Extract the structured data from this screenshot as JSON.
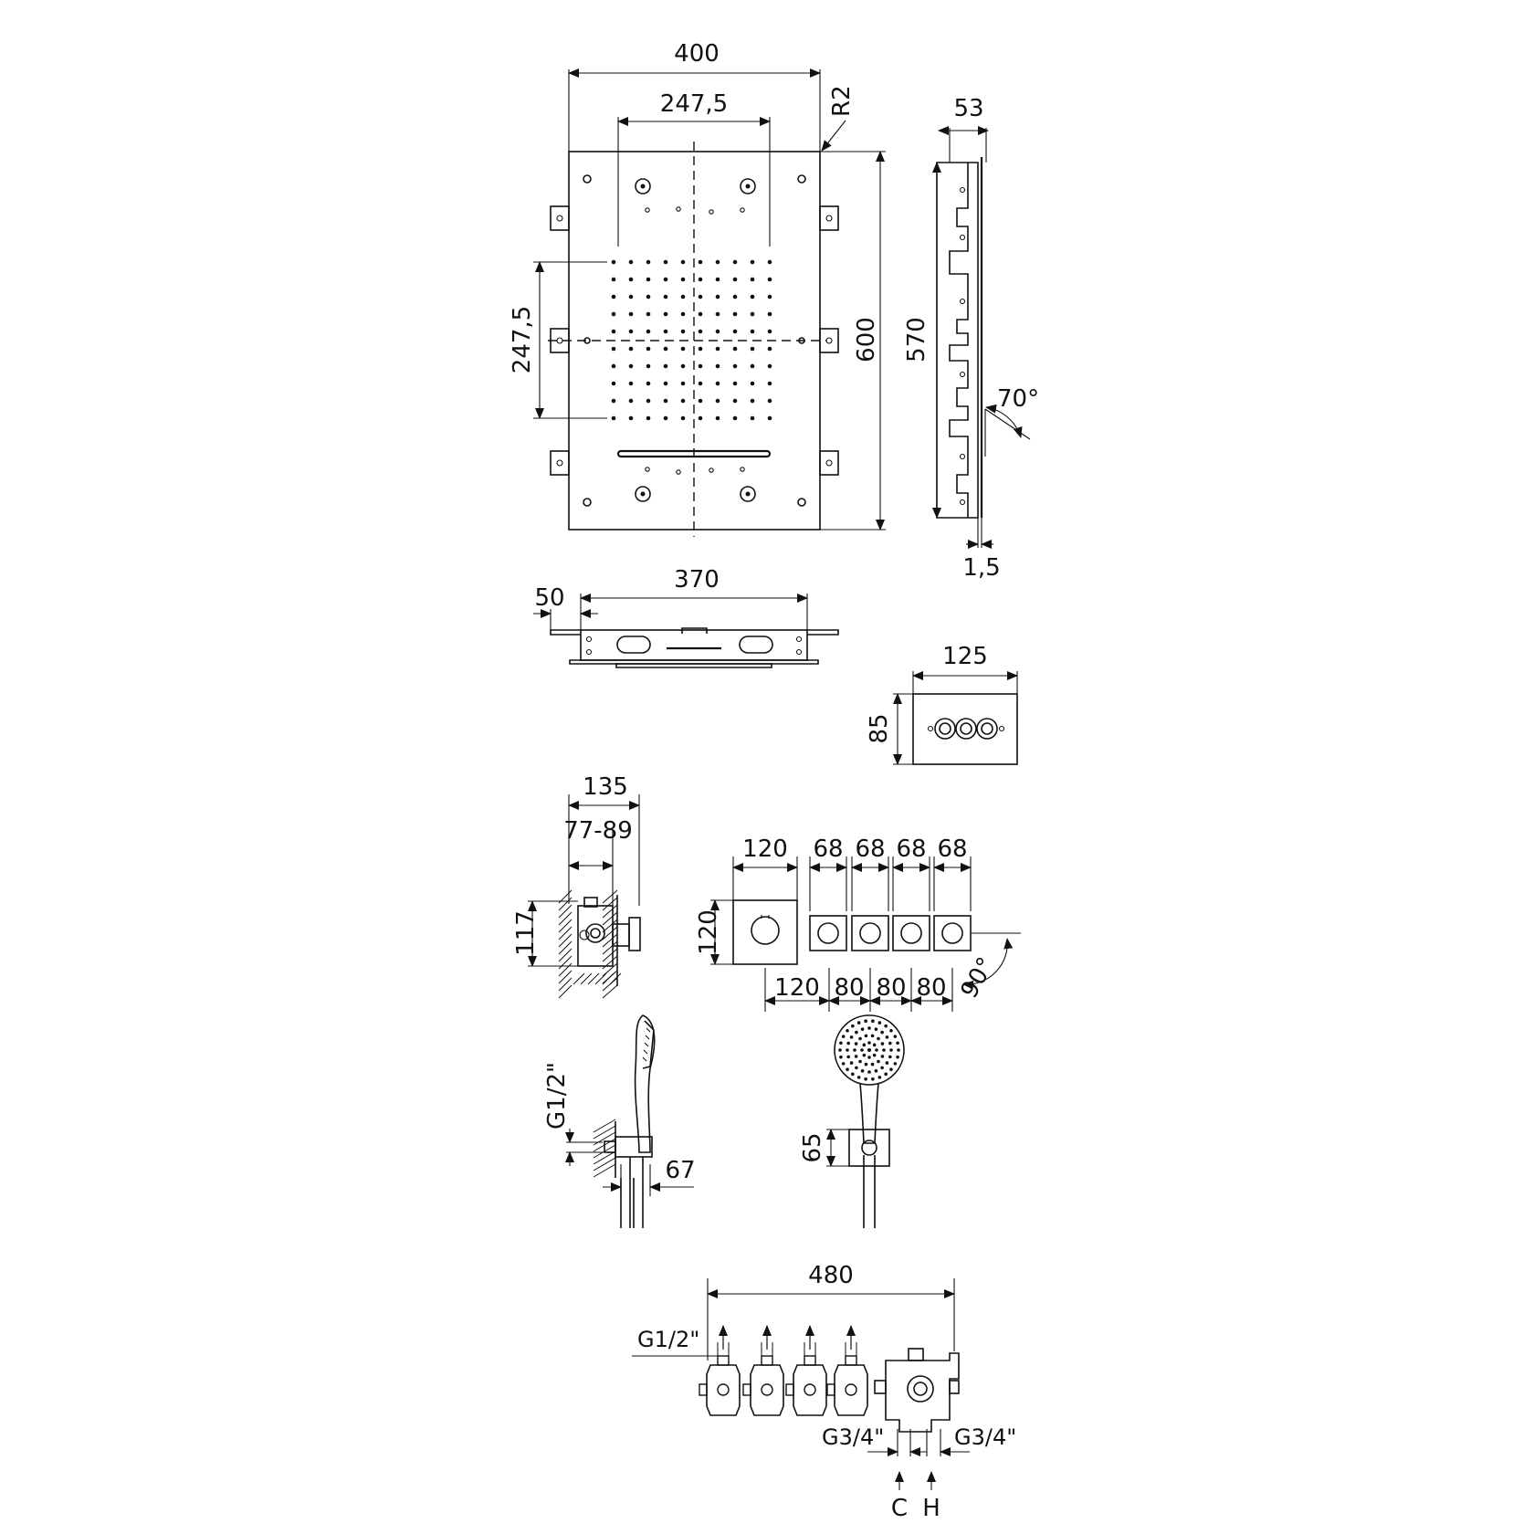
{
  "colors": {
    "ink": "#111111",
    "paper": "#ffffff"
  },
  "panel": {
    "width": "400",
    "nozzle_width": "247,5",
    "radius": "R2",
    "nozzle_height": "247,5",
    "height": "600"
  },
  "side": {
    "depth": "53",
    "height": "570",
    "angle": "70°",
    "offset": "1,5"
  },
  "box": {
    "width": "370",
    "flange": "50"
  },
  "control": {
    "width": "125",
    "height": "85"
  },
  "valve": {
    "total": "135",
    "range": "77-89",
    "height": "117"
  },
  "trim": {
    "top": [
      "120",
      "68",
      "68",
      "68",
      "68"
    ],
    "height": "120",
    "angle": "90°",
    "bottom": [
      "120",
      "80",
      "80",
      "80"
    ]
  },
  "hand_shower": {
    "thread": "G1/2\"",
    "offset": "67",
    "bracket": "65"
  },
  "manifold": {
    "length": "480",
    "outlet_thread": "G1/2\"",
    "inlet_left": "G3/4\"",
    "inlet_right": "G3/4\"",
    "cold": "C",
    "hot": "H"
  }
}
